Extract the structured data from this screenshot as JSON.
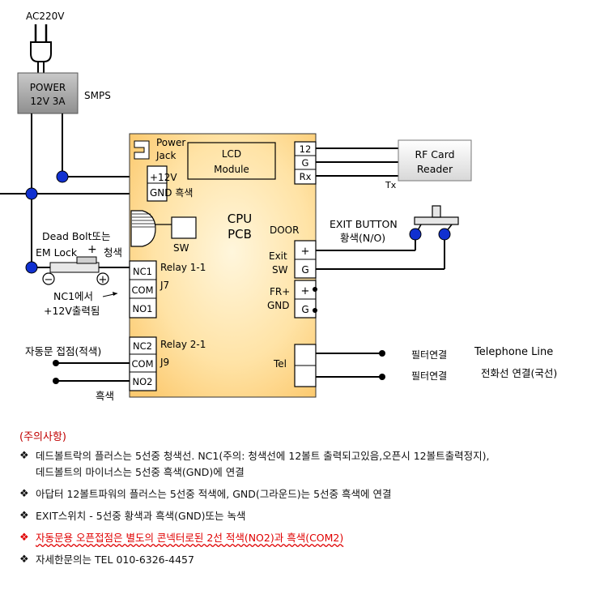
{
  "power": {
    "ac_label": "AC220V",
    "box_line1": "POWER",
    "box_line2": "12V 3A",
    "smps_label": "SMPS"
  },
  "cpu": {
    "power_jack_line1": "Power",
    "power_jack_line2": "Jack",
    "lcd_line1": "LCD",
    "lcd_line2": "Module",
    "title_line1": "CPU",
    "title_line2": "PCB",
    "plus12v": "+12V",
    "gnd_black": "GND 흑색",
    "sw": "SW",
    "door": "DOOR",
    "exit_line1": "Exit",
    "exit_line2": "SW",
    "fr_line1": "FR+",
    "fr_line2": "GND",
    "tel": "Tel",
    "relay1": "Relay 1-1",
    "j7": "J7",
    "relay2": "Relay 2-1",
    "j9": "J9",
    "plus": "+",
    "g": "G"
  },
  "relay1_terminals": [
    "NC1",
    "COM",
    "NO1"
  ],
  "relay2_terminals": [
    "NC2",
    "COM",
    "NO2"
  ],
  "rf_terminals": [
    "12",
    "G",
    "Rx"
  ],
  "rf_reader": {
    "line1": "RF Card",
    "line2": "Reader",
    "tx": "Tx"
  },
  "exit_button": {
    "line1": "EXIT BUTTON",
    "line2": "황색(N/O)"
  },
  "lock": {
    "line1": "Dead Bolt또는",
    "line2": "EM Lock",
    "plus_mark": "+",
    "blue": "청색",
    "minus_sym": "−",
    "plus_sym": "+",
    "nc1_note_line1": "NC1에서",
    "nc1_note_line2": "+12V출력됨"
  },
  "auto_door": {
    "label": "자동문 접점(적색)",
    "black": "흑색"
  },
  "telephone": {
    "filter1": "필터연결",
    "filter2": "필터연결",
    "line_en": "Telephone Line",
    "line_kr": "전화선 연결(국선)"
  },
  "notes": {
    "title": "(주의사항)",
    "bullet_symbol": "❖",
    "items": [
      {
        "text": "데드볼트락의 플러스는 5선중 청색선. NC1(주의: 청색선에 12볼트 출력되고있음,오픈시 12볼트출력정지),",
        "continuation": "데드볼트의 마이너스는 5선중 흑색(GND)에 연결",
        "color": "#111111"
      },
      {
        "text": "아답터 12볼트파워의 플러스는 5선중 적색에, GND(그라운드)는 5선중 흑색에 연결",
        "color": "#111111"
      },
      {
        "text": "EXIT스위치 - 5선중 황색과 흑색(GND)또는 녹색",
        "color": "#111111"
      },
      {
        "text": "자동문용 오픈접점은 별도의 콘넥터로된 2선 적색(NO2)과 흑색(COM2)",
        "color": "#e00000"
      },
      {
        "text": "자세한문의는 TEL 010-6326-4457",
        "color": "#111111"
      }
    ]
  },
  "colors": {
    "board_fill": "#ffd98c",
    "power_box": "#a9a9a9",
    "power_text": "#1a3cb8",
    "node_blue": "#1030d0",
    "rf_text": "#1e3db4",
    "warning_red": "#e00000"
  }
}
